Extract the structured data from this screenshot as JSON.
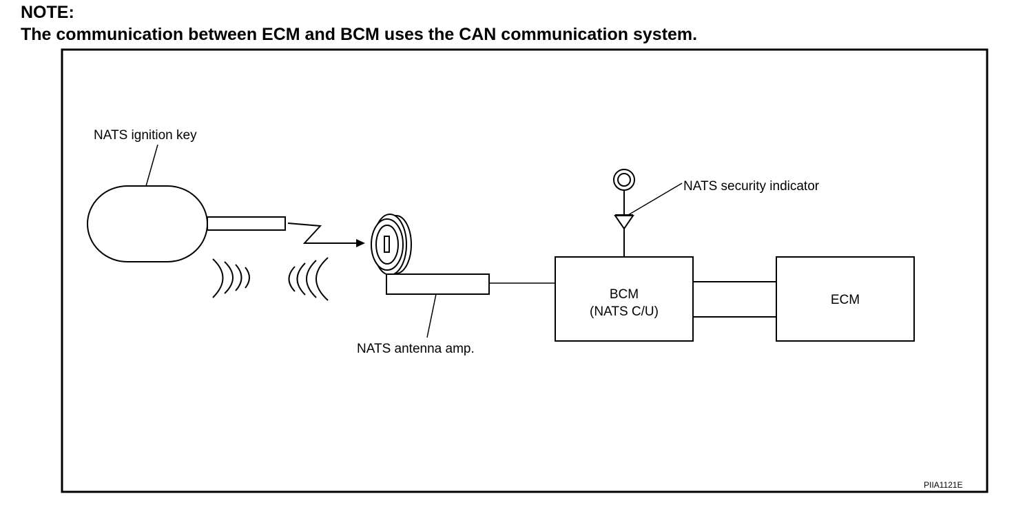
{
  "note": {
    "heading": "NOTE:",
    "text": "The communication between ECM and BCM uses the CAN communication system."
  },
  "diagram": {
    "labels": {
      "ignition_key": "NATS ignition key",
      "security_indicator": "NATS security indicator",
      "antenna_amp": "NATS antenna amp.",
      "bcm_line1": "BCM",
      "bcm_line2": "(NATS C/U)",
      "ecm": "ECM"
    },
    "figure_code": "PIIA1121E"
  }
}
